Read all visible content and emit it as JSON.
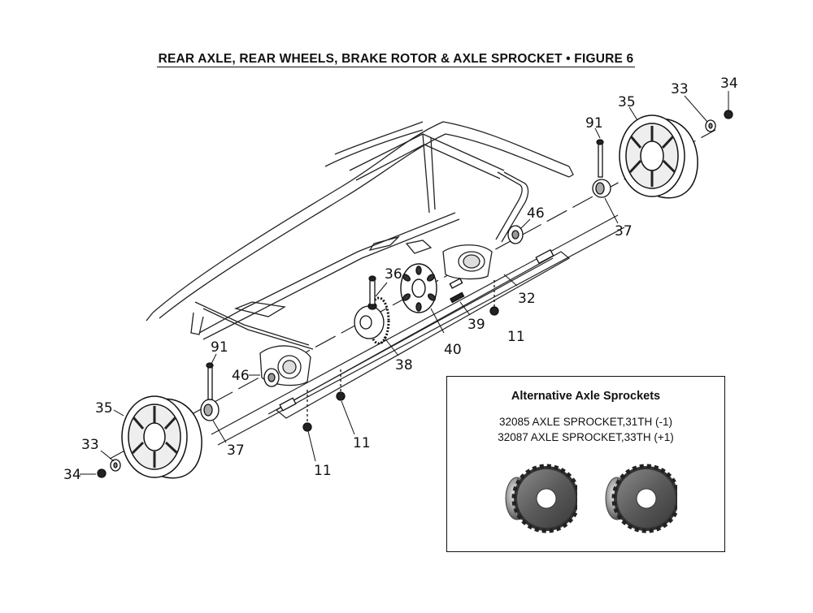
{
  "title": "REAR AXLE, REAR WHEELS, BRAKE ROTOR & AXLE SPROCKET  •  FIGURE 6",
  "callouts": {
    "c91_right": "91",
    "c35_right": "35",
    "c33_right": "33",
    "c34_right": "34",
    "c37_right": "37",
    "c46_right": "46",
    "c36": "36",
    "c32": "32",
    "c39": "39",
    "c11_mid": "11",
    "c40": "40",
    "c38": "38",
    "c91_left": "91",
    "c46_left": "46",
    "c35_left": "35",
    "c33_left": "33",
    "c34_left": "34",
    "c37_left": "37",
    "c11_lower": "11",
    "c11_bottom": "11"
  },
  "alternatives": {
    "heading": "Alternative Axle Sprockets",
    "line1": "32085 AXLE SPROCKET,31TH (-1)",
    "line2": "32087 AXLE SPROCKET,33TH (+1)"
  }
}
